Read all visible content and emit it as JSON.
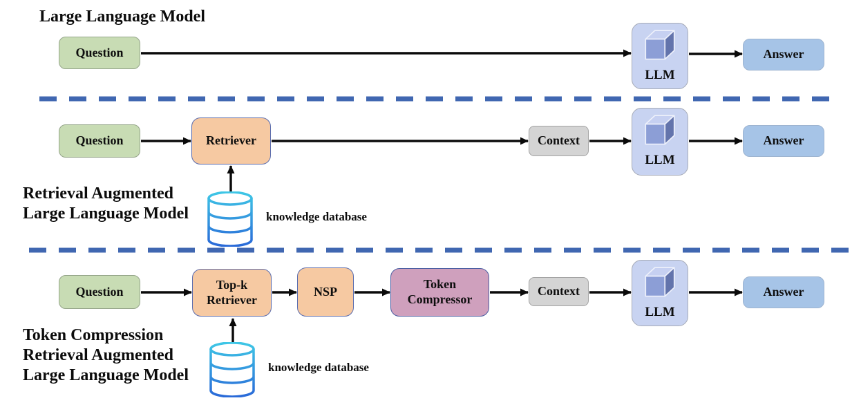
{
  "sections": [
    {
      "title_lines": [
        "Large Language Model"
      ],
      "nodes": {
        "question": "Question",
        "llm": "LLM",
        "answer": "Answer"
      }
    },
    {
      "title_lines": [
        "Retrieval Augmented",
        "Large Language Model"
      ],
      "nodes": {
        "question": "Question",
        "retriever": "Retriever",
        "context": "Context",
        "llm": "LLM",
        "answer": "Answer"
      },
      "database_label": "knowledge database"
    },
    {
      "title_lines": [
        "Token Compression",
        "Retrieval Augmented",
        "Large Language Model"
      ],
      "nodes": {
        "question": "Question",
        "retriever": "Top-k Retriever",
        "nsp": "NSP",
        "compressor": "Token Compressor",
        "context": "Context",
        "llm": "LLM",
        "answer": "Answer"
      },
      "database_label": "knowledge database"
    }
  ],
  "colors": {
    "question_fill": "#c8dcb4",
    "question_border": "#94a489",
    "process_fill": "#f6c9a2",
    "process_border": "#5a6cae",
    "compressor_fill": "#cfa0bd",
    "compressor_border": "#4d5fa3",
    "context_fill": "#d4d4d4",
    "context_border": "#a3a3a3",
    "llm_fill": "#c8d3f1",
    "llm_border": "#a6abb7",
    "answer_fill": "#a6c4e7",
    "answer_border": "#9db4d0",
    "divider": "#4067b1",
    "arrow": "#0a0a0a",
    "cube_top": "#c6d0f1",
    "cube_front": "#8c9ed6",
    "cube_right": "#6374ac",
    "cube_edge": "#eef1fb",
    "database_top": "#3fc8e6",
    "database_bottom": "#2968d8"
  }
}
